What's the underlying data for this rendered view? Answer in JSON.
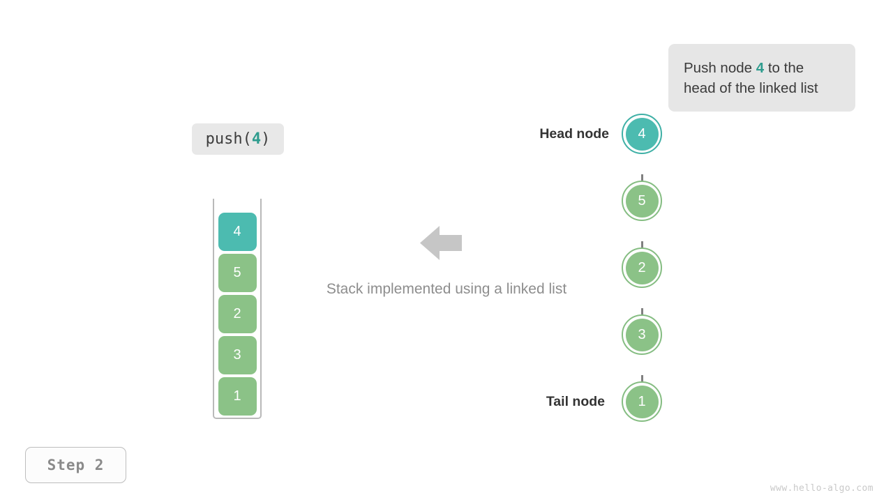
{
  "colors": {
    "teal": "#4cbbb0",
    "teal_border": "#3fb0a6",
    "green": "#8bc287",
    "green_border": "#85bd82",
    "connector_gray": "#808080",
    "label_gray": "#8d8d8d",
    "box_gray": "#e6e6e6",
    "accent_text": "#2e9c8e"
  },
  "operation_label": {
    "name": "push",
    "open_paren": "(",
    "argument": "4",
    "close_paren": ")"
  },
  "caption": {
    "line1_prefix": "Push node ",
    "highlight": "4",
    "line1_suffix": " to the",
    "line2": "head of the linked list"
  },
  "middle_caption": {
    "text": "Stack implemented using a linked list"
  },
  "flow_arrow": {
    "icon": "arrow-left-icon",
    "direction": "left"
  },
  "stack": {
    "blocks": [
      {
        "value": "4",
        "color": "#4cbbb0",
        "highlighted": true
      },
      {
        "value": "5",
        "color": "#8bc287",
        "highlighted": false
      },
      {
        "value": "2",
        "color": "#8bc287",
        "highlighted": false
      },
      {
        "value": "3",
        "color": "#8bc287",
        "highlighted": false
      },
      {
        "value": "1",
        "color": "#8bc287",
        "highlighted": false
      }
    ]
  },
  "linked_list": {
    "head_label": "Head node",
    "tail_label": "Tail node",
    "nodes": [
      {
        "value": "4",
        "fill": "#4cbbb0",
        "border": "#3fb0a6",
        "highlighted": true
      },
      {
        "value": "5",
        "fill": "#8bc287",
        "border": "#85bd82",
        "highlighted": false
      },
      {
        "value": "2",
        "fill": "#8bc287",
        "border": "#85bd82",
        "highlighted": false
      },
      {
        "value": "3",
        "fill": "#8bc287",
        "border": "#85bd82",
        "highlighted": false
      },
      {
        "value": "1",
        "fill": "#8bc287",
        "border": "#85bd82",
        "highlighted": false
      }
    ]
  },
  "step_badge": {
    "text": "Step 2"
  },
  "watermark": {
    "text": "www.hello-algo.com"
  }
}
